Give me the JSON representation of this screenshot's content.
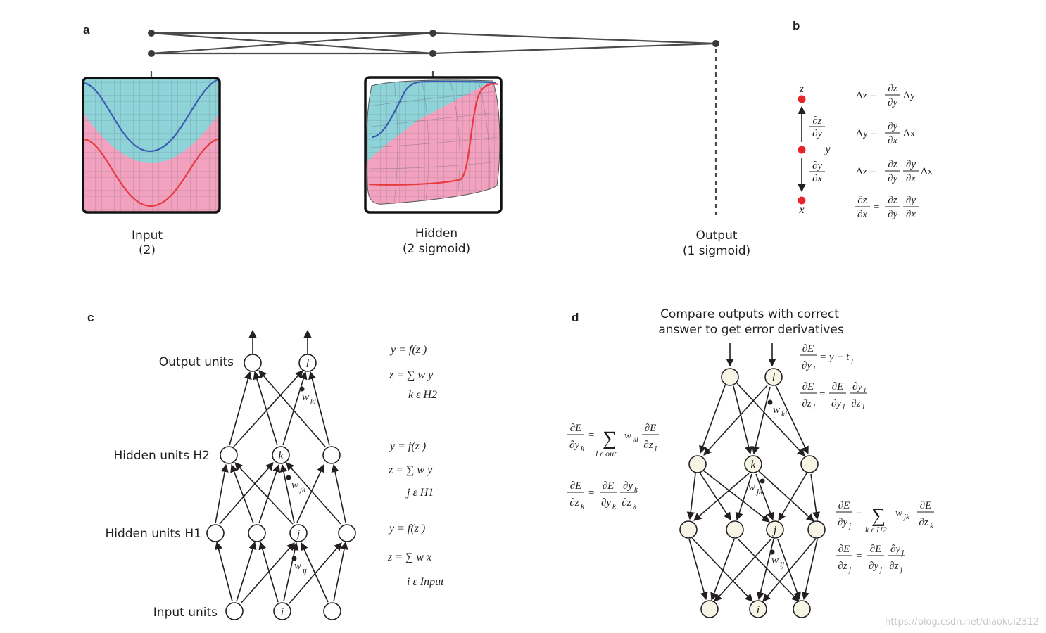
{
  "panels": {
    "a": "a",
    "b": "b",
    "c": "c",
    "d": "d"
  },
  "panel_a": {
    "input_label": "Input",
    "input_count": "(2)",
    "hidden_label": "Hidden",
    "hidden_count": "(2 sigmoid)",
    "output_label": "Output",
    "output_count": "(1 sigmoid)",
    "colors": {
      "region_top": "#8ed3d8",
      "region_bottom": "#f2a2be",
      "curve_blue": "#3a5db0",
      "curve_red": "#e63a3f",
      "grid": "#5a5a6a"
    }
  },
  "panel_b": {
    "node_z": "z",
    "node_y": "y",
    "node_x": "x",
    "node_color": "#e8242b",
    "arrow_up_num": "∂z",
    "arrow_up_den": "∂y",
    "arrow_down_num": "∂y",
    "arrow_down_den": "∂x",
    "eq1": {
      "lhs": "Δz =",
      "num": "∂z",
      "den": "∂y",
      "rhs": "Δy"
    },
    "eq2": {
      "lhs": "Δy =",
      "num": "∂y",
      "den": "∂x",
      "rhs": "Δx"
    },
    "eq3": {
      "lhs": "Δz =",
      "num1": "∂z",
      "den1": "∂y",
      "num2": "∂y",
      "den2": "∂x",
      "rhs": "Δx"
    },
    "eq4": {
      "lnum": "∂z",
      "lden": "∂x",
      "eq": "=",
      "num1": "∂z",
      "den1": "∂y",
      "num2": "∂y",
      "den2": "∂x"
    }
  },
  "panel_c": {
    "row_labels": [
      "Output units",
      "Hidden units H2",
      "Hidden units H1",
      "Input units"
    ],
    "node_l": "l",
    "node_k": "k",
    "node_j": "j",
    "node_i": "i",
    "weight_kl": "w",
    "weight_kl_sub": "kl",
    "weight_jk": "w",
    "weight_jk_sub": "jk",
    "weight_ij": "w",
    "weight_ij_sub": "ij",
    "eq_out_y": "y = f(z )",
    "eq_out_z": "z = ∑ w y",
    "eq_out_sum": "k ε H2",
    "eq_h2_y": "y = f(z )",
    "eq_h2_z": "z = ∑ w y",
    "eq_h2_sum": "j ε H1",
    "eq_h1_y": "y = f(z )",
    "eq_h1_z": "z = ∑ w x",
    "eq_h1_sum": "i ε Input"
  },
  "panel_d": {
    "title_line1": "Compare outputs with correct",
    "title_line2": "answer to get error derivatives",
    "node_l": "l",
    "node_k": "k",
    "node_j": "j",
    "node_i": "i",
    "weight_kl": "w",
    "weight_kl_sub": "kl",
    "weight_jk": "w",
    "weight_jk_sub": "jk",
    "weight_ij": "w",
    "weight_ij_sub": "ij",
    "eq_l1": {
      "num": "∂E",
      "den": "∂y",
      "den_sub": "l",
      "rhs": "= y − t"
    },
    "eq_l2": {
      "num": "∂E",
      "den": "∂z",
      "eq": "="
    },
    "eq_k1_sum": "l ε out",
    "eq_j1_sum": "k ε H2",
    "node_fill": "#f7f5e6"
  },
  "watermark": "https://blog.csdn.net/diaokui2312"
}
